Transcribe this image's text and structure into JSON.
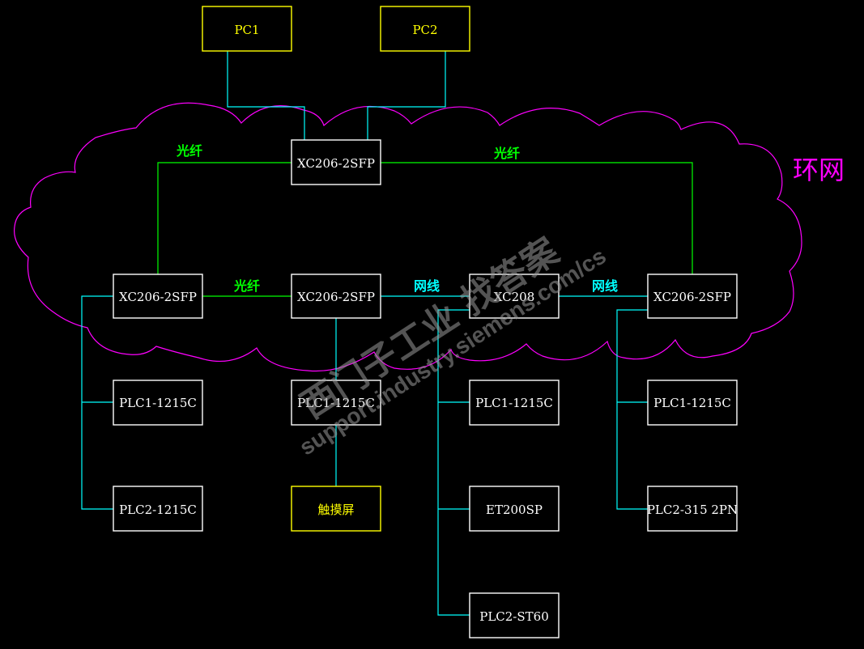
{
  "diagram": {
    "colors": {
      "background": "#000000",
      "device_border": "#ffffff",
      "pc_border": "#ffff00",
      "hmi_border": "#ffff00",
      "device_text": "#ffffff",
      "pc_text": "#ffff00",
      "fiber_link": "#00ff00",
      "ethernet_link": "#00ffff",
      "ring_cloud": "#ff00ff",
      "watermark": "#8c8c8c"
    },
    "ring_label": "环网",
    "nodes": {
      "pc1": {
        "label": "PC1",
        "kind": "pc"
      },
      "pc2": {
        "label": "PC2",
        "kind": "pc"
      },
      "sw_top": {
        "label": "XC206-2SFP",
        "kind": "switch"
      },
      "sw_left": {
        "label": "XC206-2SFP",
        "kind": "switch"
      },
      "sw_center": {
        "label": "XC206-2SFP",
        "kind": "switch"
      },
      "sw_xc208": {
        "label": "XC208",
        "kind": "switch"
      },
      "sw_right": {
        "label": "XC206-2SFP",
        "kind": "switch"
      },
      "plc_a1": {
        "label": "PLC1-1215C",
        "kind": "plc"
      },
      "plc_a2": {
        "label": "PLC2-1215C",
        "kind": "plc"
      },
      "plc_b1": {
        "label": "PLC1-1215C",
        "kind": "plc"
      },
      "hmi_b": {
        "label": "触摸屏",
        "kind": "hmi"
      },
      "plc_c1": {
        "label": "PLC1-1215C",
        "kind": "plc"
      },
      "io_c": {
        "label": "ET200SP",
        "kind": "io"
      },
      "plc_c2": {
        "label": "PLC2-ST60",
        "kind": "plc"
      },
      "plc_d1": {
        "label": "PLC1-1215C",
        "kind": "plc"
      },
      "plc_d2": {
        "label": "PLC2-315 2PN",
        "kind": "plc"
      }
    },
    "links": [
      {
        "from": "pc1",
        "to": "sw_top",
        "type": "ethernet"
      },
      {
        "from": "pc2",
        "to": "sw_top",
        "type": "ethernet"
      },
      {
        "from": "sw_top",
        "to": "sw_left",
        "type": "fiber",
        "label": "光纤"
      },
      {
        "from": "sw_top",
        "to": "sw_right",
        "type": "fiber",
        "label": "光纤"
      },
      {
        "from": "sw_left",
        "to": "sw_center",
        "type": "fiber",
        "label": "光纤"
      },
      {
        "from": "sw_center",
        "to": "sw_xc208",
        "type": "ethernet",
        "label": "网线"
      },
      {
        "from": "sw_xc208",
        "to": "sw_right",
        "type": "ethernet",
        "label": "网线"
      },
      {
        "from": "sw_left",
        "to": "plc_a1",
        "type": "ethernet"
      },
      {
        "from": "sw_left",
        "to": "plc_a2",
        "type": "ethernet"
      },
      {
        "from": "sw_center",
        "to": "plc_b1",
        "type": "ethernet"
      },
      {
        "from": "plc_b1",
        "to": "hmi_b",
        "type": "ethernet"
      },
      {
        "from": "sw_xc208",
        "to": "plc_c1",
        "type": "ethernet"
      },
      {
        "from": "sw_xc208",
        "to": "io_c",
        "type": "ethernet"
      },
      {
        "from": "sw_xc208",
        "to": "plc_c2",
        "type": "ethernet"
      },
      {
        "from": "sw_right",
        "to": "plc_d1",
        "type": "ethernet"
      },
      {
        "from": "sw_right",
        "to": "plc_d2",
        "type": "ethernet"
      }
    ],
    "link_labels": {
      "fiber_top_left": "光纤",
      "fiber_top_right": "光纤",
      "fiber_mid": "光纤",
      "ethernet_mid_left": "网线",
      "ethernet_mid_right": "网线"
    },
    "watermark": {
      "line1": "西门子工业 找答案",
      "line2": "support.industry.siemens.com/cs"
    }
  }
}
